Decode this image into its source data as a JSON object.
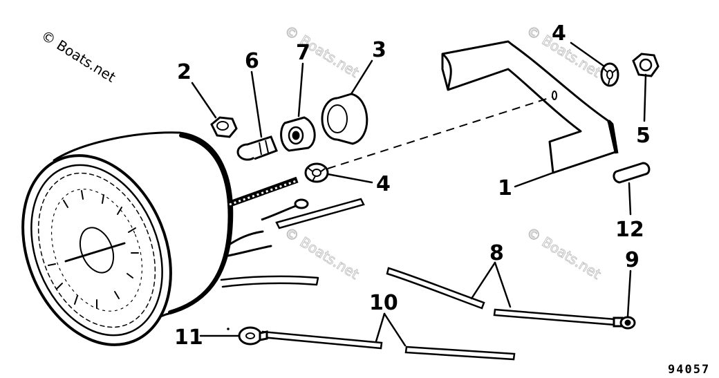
{
  "watermark": {
    "text": "© Boats.net"
  },
  "callouts": {
    "c1": "1",
    "c2": "2",
    "c3": "3",
    "c4a": "4",
    "c4b": "4",
    "c5": "5",
    "c6": "6",
    "c7": "7",
    "c8": "8",
    "c9": "9",
    "c10": "10",
    "c11": "11",
    "c12": "12"
  },
  "figure_number": "94057"
}
